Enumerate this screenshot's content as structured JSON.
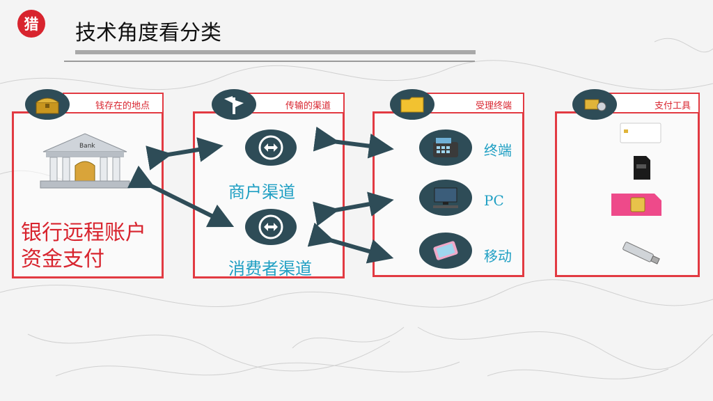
{
  "logo": {
    "text": "猎"
  },
  "title": "技术角度看分类",
  "panels": {
    "money_location": {
      "tab": "钱存在的地点",
      "bank_sign": "Bank",
      "text_line1": "银行远程账户",
      "text_line2": "资金支付"
    },
    "channel": {
      "tab": "传输的渠道",
      "items": [
        "商户渠道",
        "消费者渠道"
      ]
    },
    "terminal": {
      "tab": "受理终端",
      "items": [
        "终端",
        "PC",
        "移动"
      ]
    },
    "tools": {
      "tab": "支付工具"
    }
  },
  "colors": {
    "accent_red": "#e23a42",
    "teal_dark": "#2e4c57",
    "channel_blue": "#1f9fc3"
  }
}
